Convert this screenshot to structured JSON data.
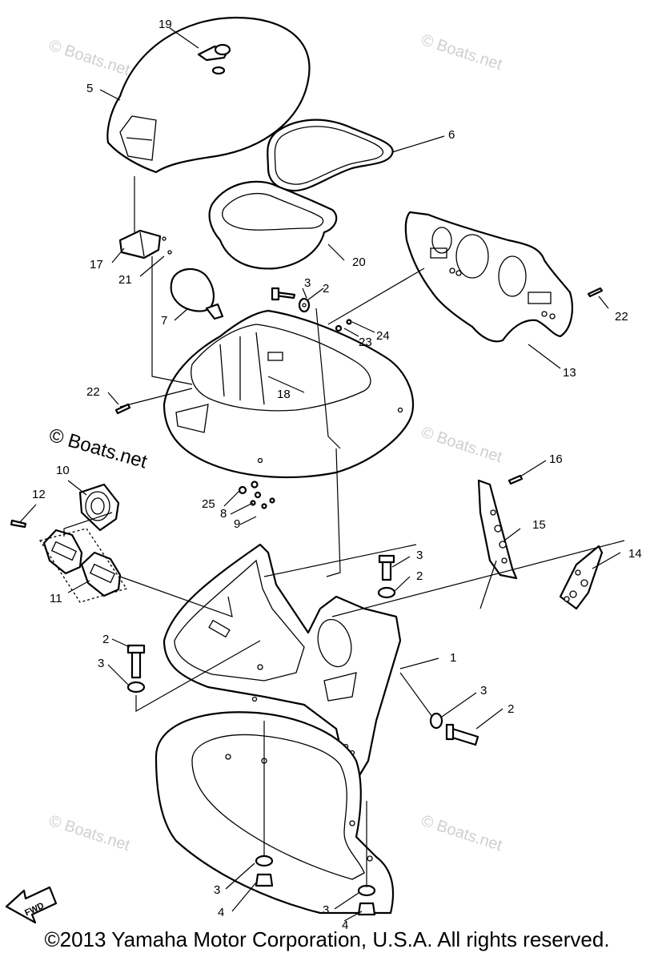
{
  "watermarks": [
    "© Boats.net",
    "© Boats.net",
    "© Boats.net",
    "© Boats.net",
    "© Boats.net",
    "© Boats.net"
  ],
  "watermark_main": "© Boats.net",
  "callouts": [
    "1",
    "2",
    "2",
    "2",
    "2",
    "3",
    "3",
    "3",
    "3",
    "3",
    "3",
    "4",
    "4",
    "5",
    "6",
    "7",
    "8",
    "9",
    "10",
    "11",
    "12",
    "13",
    "14",
    "15",
    "16",
    "17",
    "18",
    "19",
    "20",
    "21",
    "22",
    "22",
    "23",
    "24",
    "25"
  ],
  "fwd_label": "FWD",
  "copyright": "©2013 Yamaha Motor Corporation, U.S.A. All rights reserved."
}
